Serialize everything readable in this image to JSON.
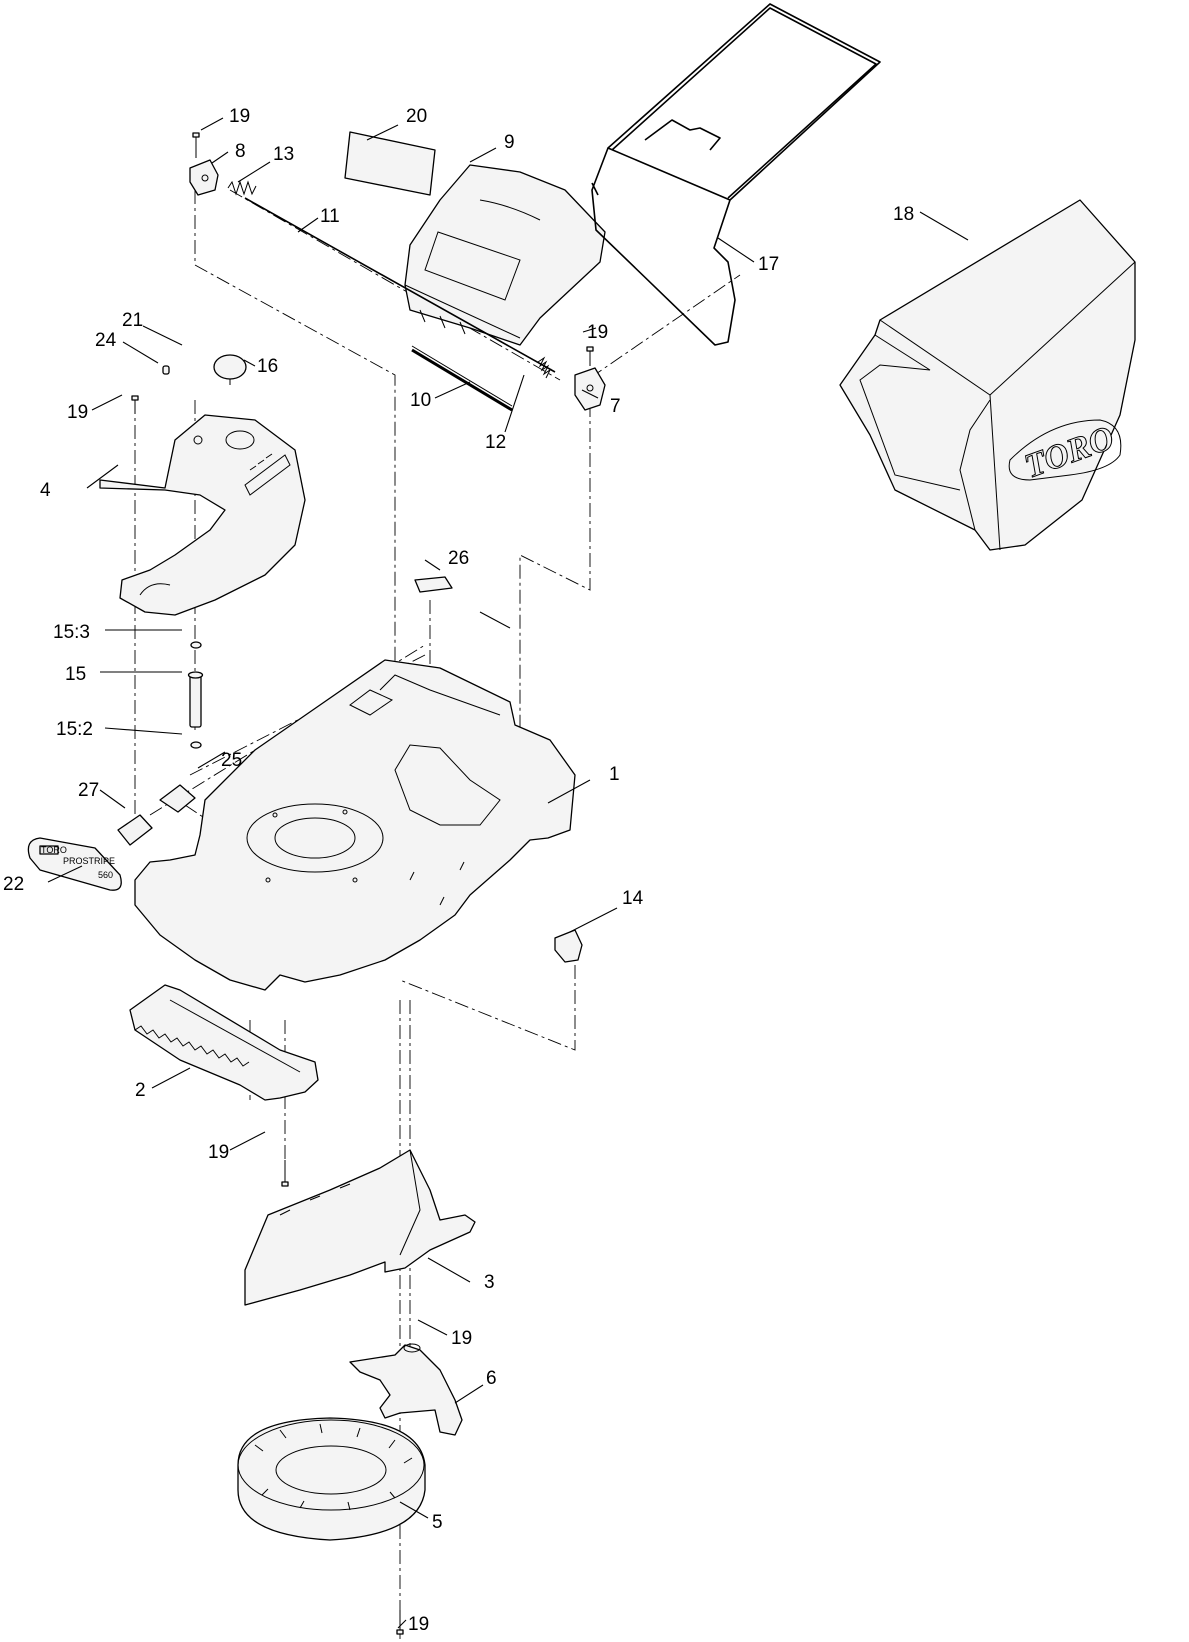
{
  "diagram": {
    "callouts": {
      "c1": "1",
      "c2": "2",
      "c3": "3",
      "c4": "4",
      "c5": "5",
      "c6": "6",
      "c7": "7",
      "c8": "8",
      "c9": "9",
      "c10": "10",
      "c11": "11",
      "c12": "12",
      "c13": "13",
      "c14": "14",
      "c15": "15",
      "c15_2": "15:2",
      "c15_3": "15:3",
      "c16": "16",
      "c17": "17",
      "c18": "18",
      "c19a": "19",
      "c19b": "19",
      "c19c": "19",
      "c19d": "19",
      "c19e": "19",
      "c19f": "19",
      "c20": "20",
      "c21": "21",
      "c22": "22",
      "c24": "24",
      "c25": "25",
      "c26": "26",
      "c27": "27"
    },
    "decal_text": {
      "brand": "TORO",
      "model": "PROSTRIPE",
      "number": "560"
    },
    "bag_logo": "TORO"
  }
}
